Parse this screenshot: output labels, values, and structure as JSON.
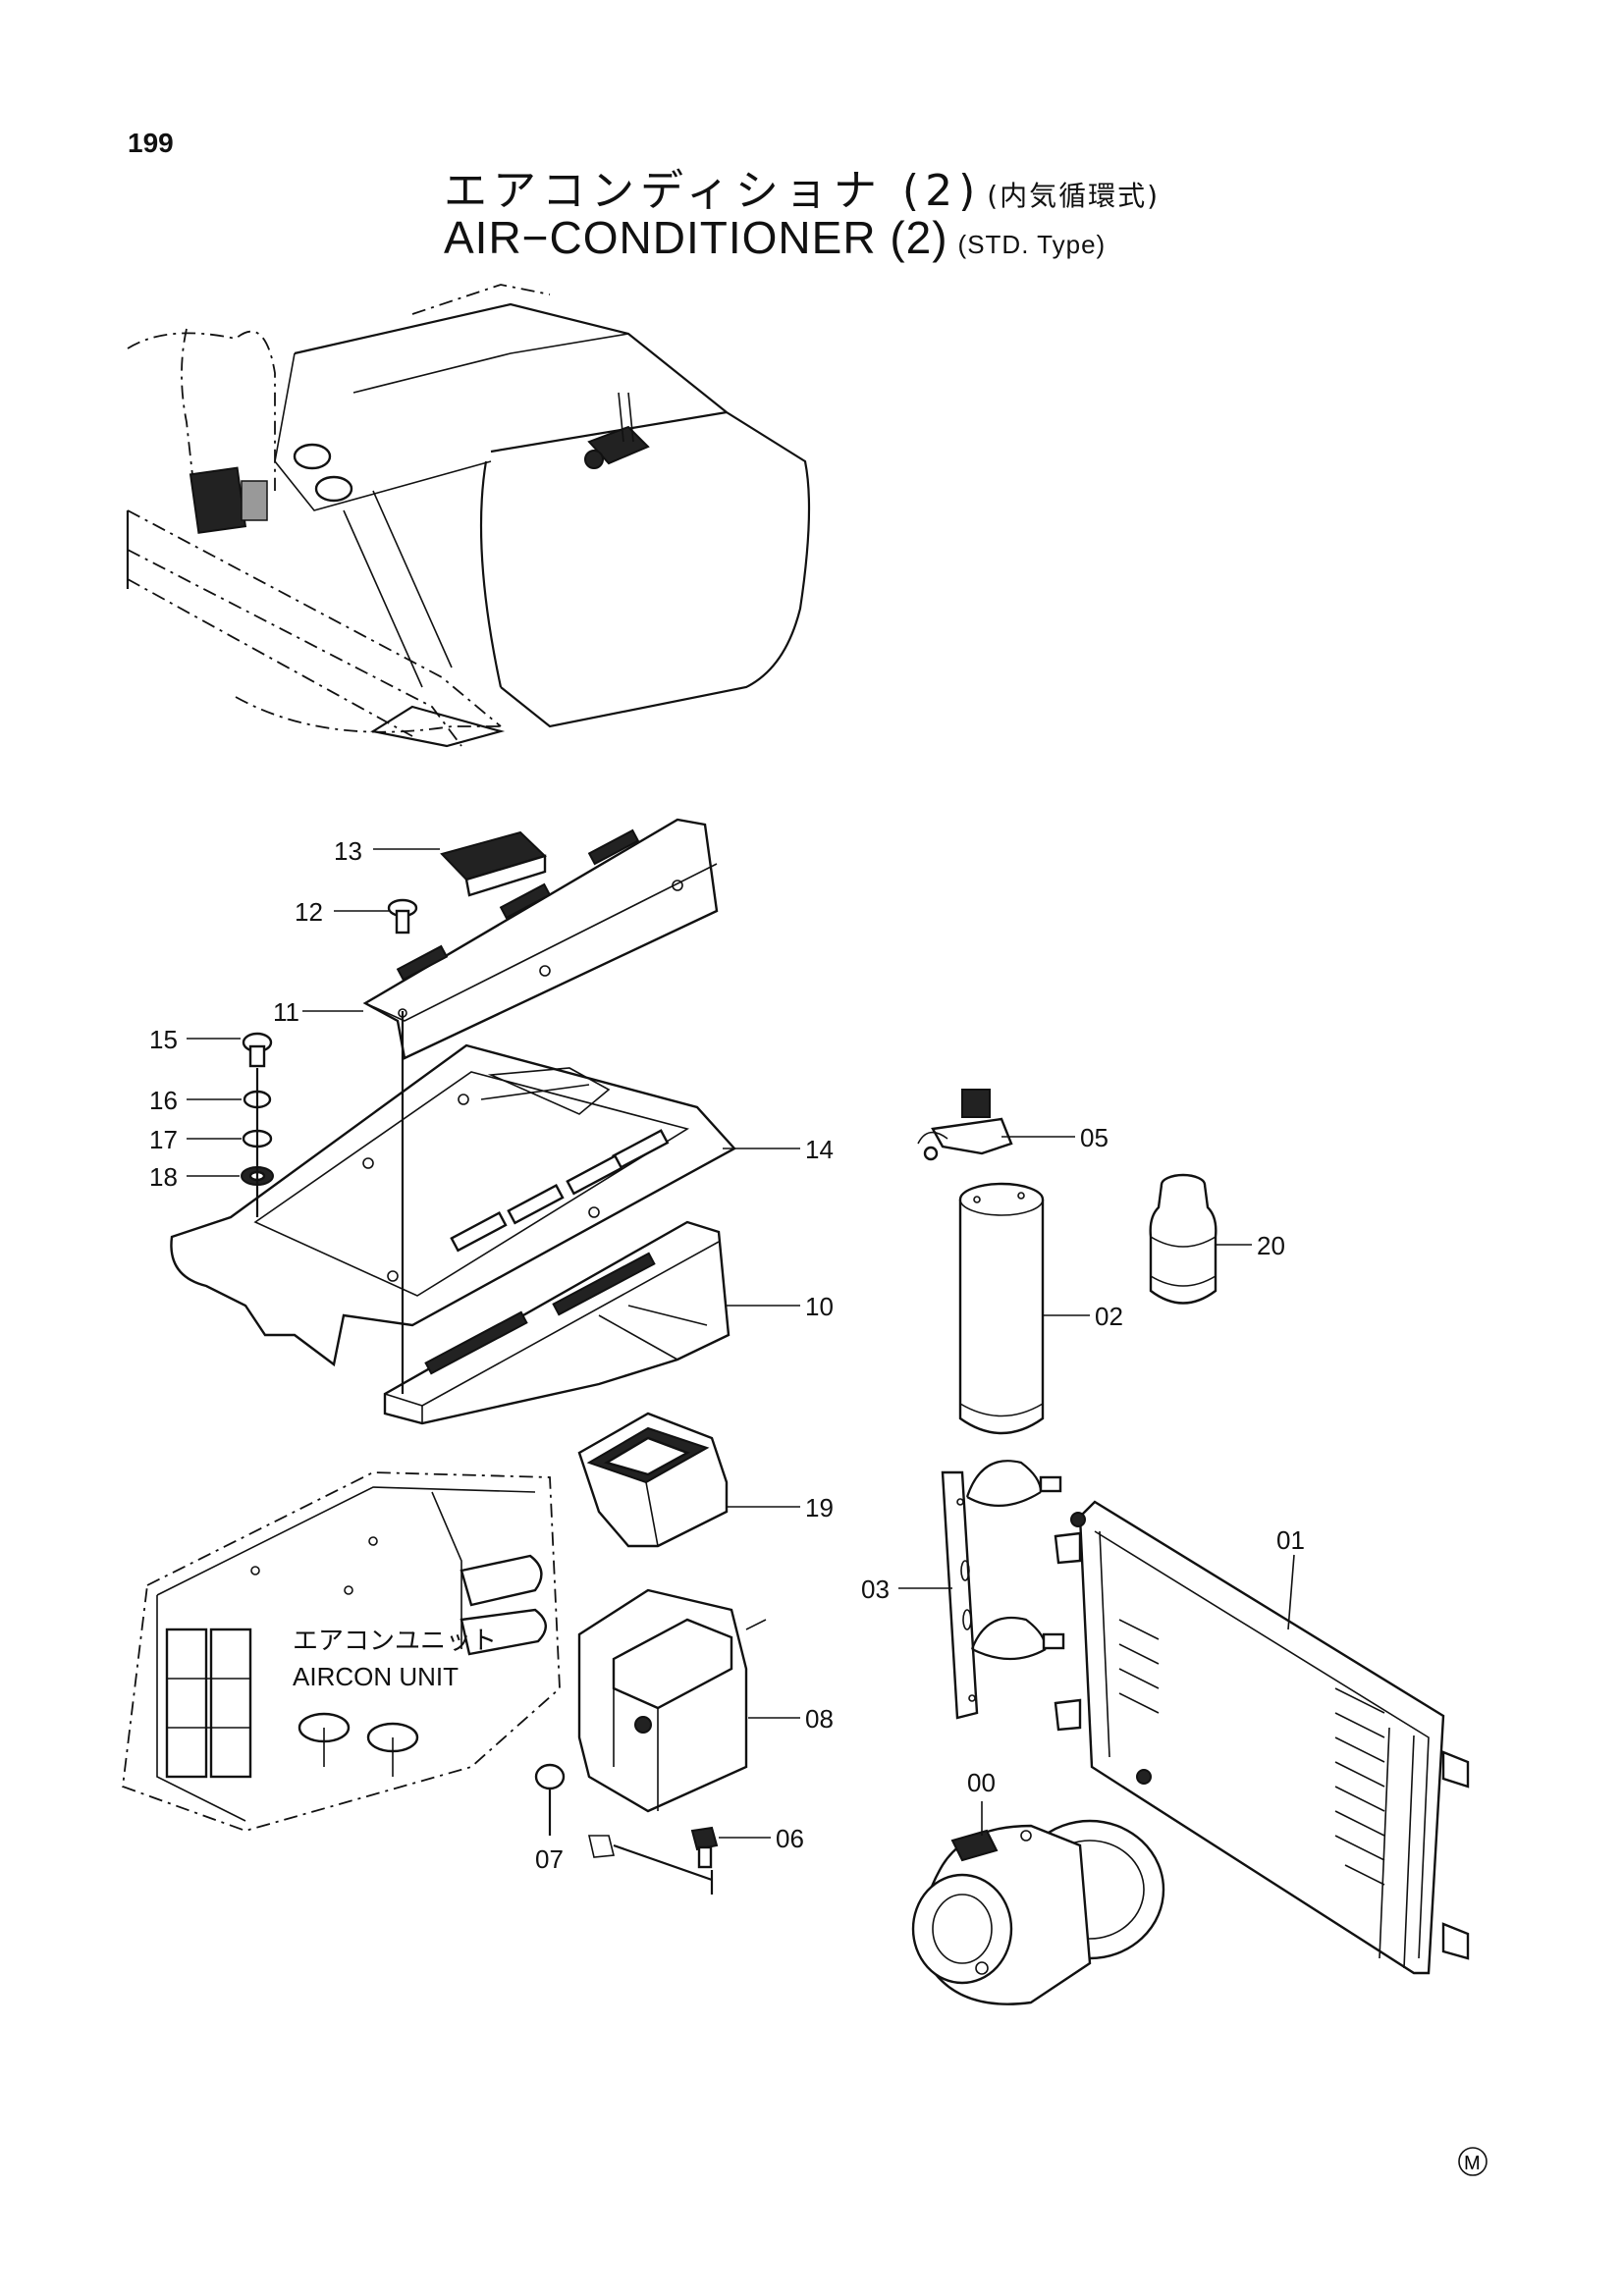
{
  "page_number": "199",
  "title": {
    "jp_main": "エアコンディショナ (2)",
    "jp_sub": "(内気循環式)",
    "en_main": "AIR−CONDITIONER (2)",
    "en_sub": "(STD. Type)"
  },
  "aircon_unit": {
    "jp": "エアコンユニット",
    "en": "AIRCON UNIT"
  },
  "callouts": {
    "p00": "00",
    "p01": "01",
    "p02": "02",
    "p03": "03",
    "p05": "05",
    "p06": "06",
    "p07": "07",
    "p08": "08",
    "p10": "10",
    "p11": "11",
    "p12": "12",
    "p13": "13",
    "p14": "14",
    "p15": "15",
    "p16": "16",
    "p17": "17",
    "p18": "18",
    "p19": "19",
    "p20": "20"
  },
  "mark": "M"
}
